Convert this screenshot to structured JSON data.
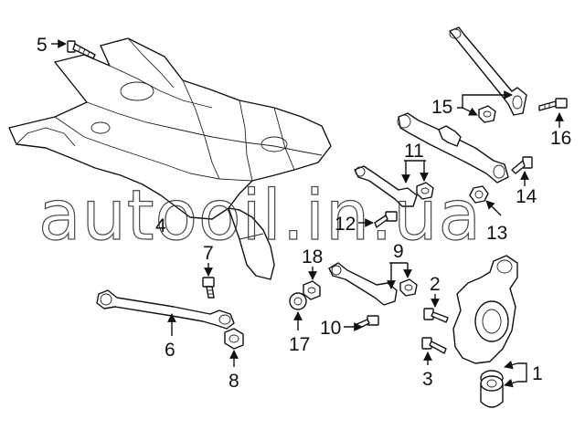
{
  "watermark": "autooil.in.ua",
  "callouts": {
    "c1": "1",
    "c2": "2",
    "c3": "3",
    "c4": "4",
    "c5": "5",
    "c6": "6",
    "c7": "7",
    "c8": "8",
    "c9": "9",
    "c10": "10",
    "c11": "11",
    "c12": "12",
    "c13": "13",
    "c14": "14",
    "c15": "15",
    "c16": "16",
    "c17": "17",
    "c18": "18"
  }
}
